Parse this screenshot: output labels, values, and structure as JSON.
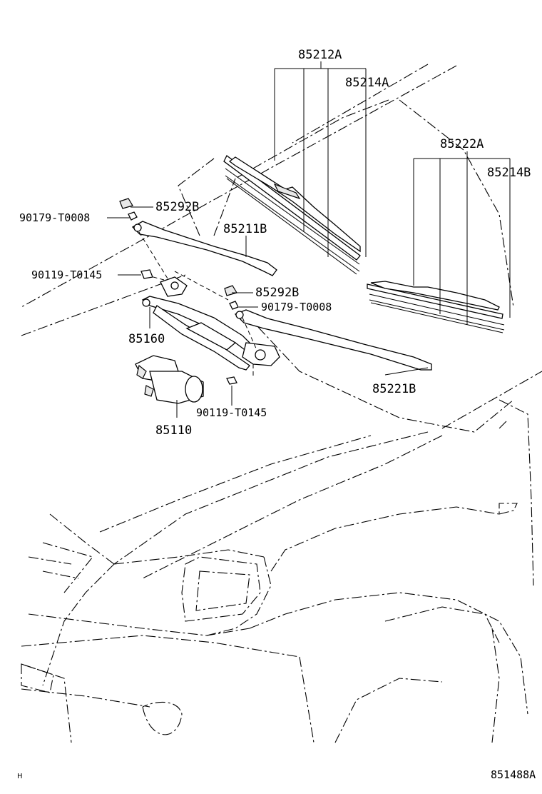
{
  "labels": {
    "p85212A": "85212A",
    "p85214A": "85214A",
    "p85222A": "85222A",
    "p85214B": "85214B",
    "p85292B_top": "85292B",
    "p90179_top": "90179-T0008",
    "p85211B": "85211B",
    "p90119_top": "90119-T0145",
    "p85292B_mid": "85292B",
    "p90179_mid": "90179-T0008",
    "p85160": "85160",
    "p85221B": "85221B",
    "p90119_bot": "90119-T0145",
    "p85110": "85110"
  },
  "footer": {
    "corner_mark": "H",
    "diagram_code": "851488A"
  }
}
